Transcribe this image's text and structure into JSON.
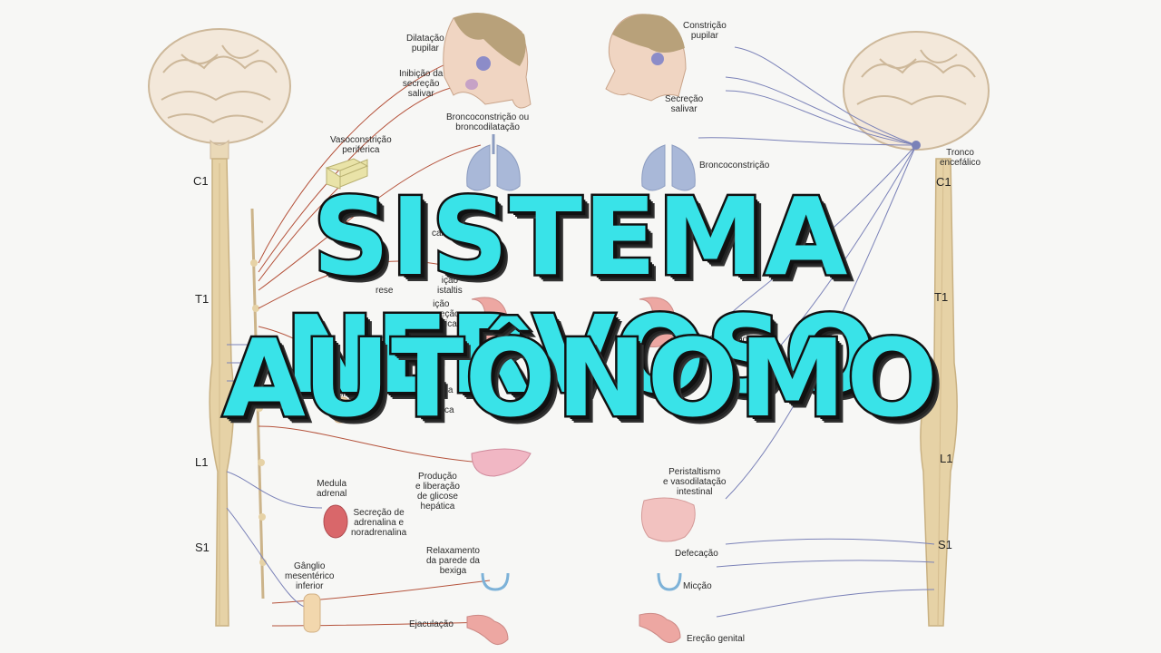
{
  "title": {
    "line1": "SISTEMA NERVOSO",
    "line2": "AUTÔNOMO"
  },
  "levels": {
    "left": [
      "C1",
      "T1",
      "L1",
      "S1"
    ],
    "right": [
      "C1",
      "T1",
      "L1",
      "S1"
    ]
  },
  "left_labels": {
    "dilatacao": "Dilatação\npupilar",
    "inibicao_salivar": "Inibição da\nsecreção\nsalivar",
    "bronco": "Broncoconstrição ou\nbroncodilatação",
    "vaso": "Vasoconstrição\nperiférica",
    "cardio": "cardi",
    "sudorese": "rese",
    "motilidade": "ição\nistaltis",
    "gastrica": "ição\nsecreção\ngástrica",
    "piloerecao": "Piloereção",
    "ganglio_celiaco": "nglio\nelíaco",
    "pancreatica": "Ini      da\nse\npa      ica",
    "glicose": "Produção\ne liberação\nde glicose\nhepática",
    "medula": "Medula\nadrenal",
    "adrenalina": "Secreção de\nadrenalina e\nnoradrenalina",
    "mesenterico": "Gânglio\nmesentérico\ninferior",
    "bexiga": "Relaxamento\nda parede da\nbexiga",
    "ejaculacao": "Ejaculação"
  },
  "right_labels": {
    "constricao": "Constrição\npupilar",
    "secrecao_salivar": "Secreção\nsalivar",
    "tronco": "Tronco\nencefálico",
    "broncoconstricao": "Broncoconstrição",
    "secrecao_gastrica": "Secreção\ngástrica",
    "bile": "Se\nbi",
    "peristaltismo": "Peristaltismo\ne vasodilatação\nintestinal",
    "defecacao": "Defecação",
    "miccao": "Micção",
    "erecao": "Ereção genital"
  },
  "colors": {
    "background": "#f7f7f5",
    "title_fill": "#39e3e8",
    "title_outline": "#111111",
    "sympathetic_nerve": "#b5533c",
    "parasympathetic_nerve": "#7b82b8",
    "spine": "#e6d2a6",
    "organ_pink": "#eda7a2",
    "lung_blue": "#a9b8d8"
  }
}
